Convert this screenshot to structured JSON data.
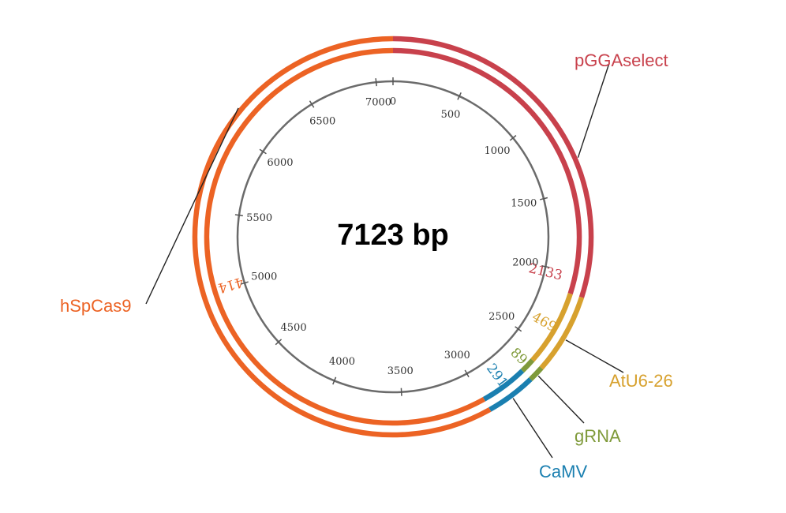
{
  "plasmid": {
    "total_bp": 7123,
    "center_label": "7123 bp",
    "ticks": [
      {
        "pos": 0,
        "label": "0"
      },
      {
        "pos": 500,
        "label": "500"
      },
      {
        "pos": 1000,
        "label": "1000"
      },
      {
        "pos": 1500,
        "label": "1500"
      },
      {
        "pos": 2000,
        "label": "2000"
      },
      {
        "pos": 2500,
        "label": "2500"
      },
      {
        "pos": 3000,
        "label": "3000"
      },
      {
        "pos": 3500,
        "label": "3500"
      },
      {
        "pos": 4000,
        "label": "4000"
      },
      {
        "pos": 4500,
        "label": "4500"
      },
      {
        "pos": 5000,
        "label": "5000"
      },
      {
        "pos": 5500,
        "label": "5500"
      },
      {
        "pos": 6000,
        "label": "6000"
      },
      {
        "pos": 6500,
        "label": "6500"
      },
      {
        "pos": 7000,
        "label": "7000"
      }
    ],
    "features": [
      {
        "name": "pGGAselect",
        "length": "2133",
        "start": 0,
        "end": 2133,
        "color": "#c8414c"
      },
      {
        "name": "AtU6-26",
        "length": "469",
        "start": 2133,
        "end": 2602,
        "color": "#d7a12e"
      },
      {
        "name": "gRNA",
        "length": "89",
        "start": 2602,
        "end": 2691,
        "color": "#7f9a3a"
      },
      {
        "name": "CaMV",
        "length": "291",
        "start": 2691,
        "end": 2982,
        "color": "#1a7fb0"
      },
      {
        "name": "hSpCas9",
        "length": "4141",
        "start": 2982,
        "end": 7123,
        "color": "#ec6324"
      }
    ]
  }
}
